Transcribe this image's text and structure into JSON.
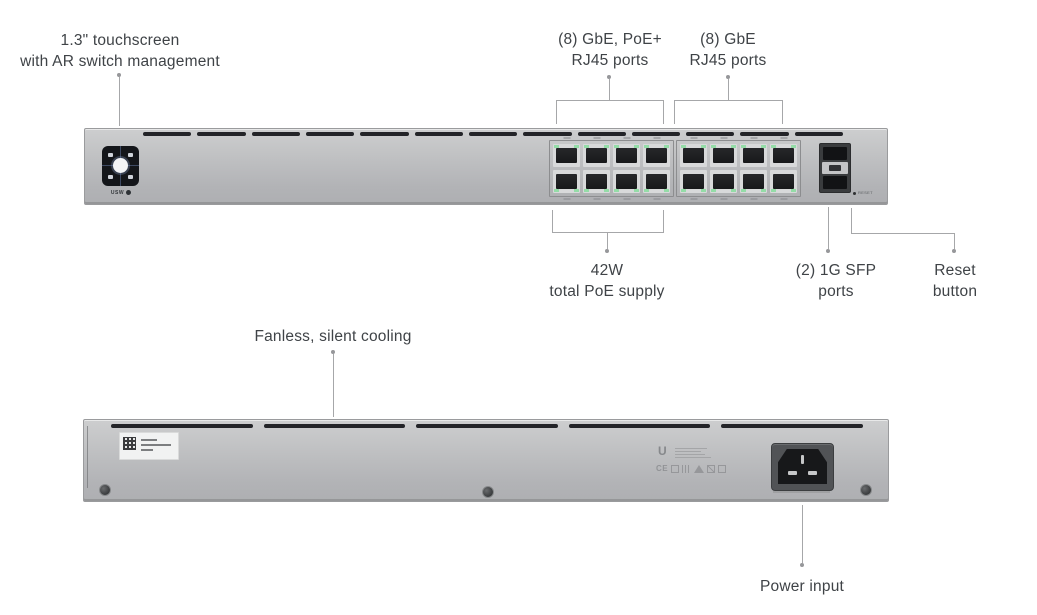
{
  "callouts": {
    "touchscreen": {
      "lines": [
        "1.3\" touchscreen",
        "with AR switch management"
      ]
    },
    "poe_ports": {
      "lines": [
        "(8) GbE, PoE+",
        "RJ45 ports"
      ]
    },
    "gbe_ports": {
      "lines": [
        "(8) GbE",
        "RJ45 ports"
      ]
    },
    "poe_supply": {
      "lines": [
        "42W",
        "total PoE supply"
      ]
    },
    "sfp_ports": {
      "lines": [
        "(2) 1G SFP",
        "ports"
      ]
    },
    "reset": {
      "lines": [
        "Reset",
        "button"
      ]
    },
    "fanless": {
      "lines": [
        "Fanless, silent cooling"
      ]
    },
    "power": {
      "lines": [
        "Power input"
      ]
    }
  },
  "device": {
    "front": {
      "screen_label": "USW",
      "reset_label": "RESET",
      "rj45_poe_ports": 8,
      "rj45_gbe_ports": 8,
      "sfp_ports": 2,
      "vent_slots": 13
    },
    "rear": {
      "logo_letter": "U",
      "cert_text": "CE",
      "vent_slots": 5,
      "screws": 3
    }
  },
  "colors": {
    "label_text": "#3f4347",
    "leader_line": "#a6a7a9",
    "chassis_light": "#cdcecf",
    "chassis_dark": "#aeafb2",
    "vent_slot": "#232428",
    "led_green": "#94dca7",
    "screen_bg": "#14161a"
  }
}
